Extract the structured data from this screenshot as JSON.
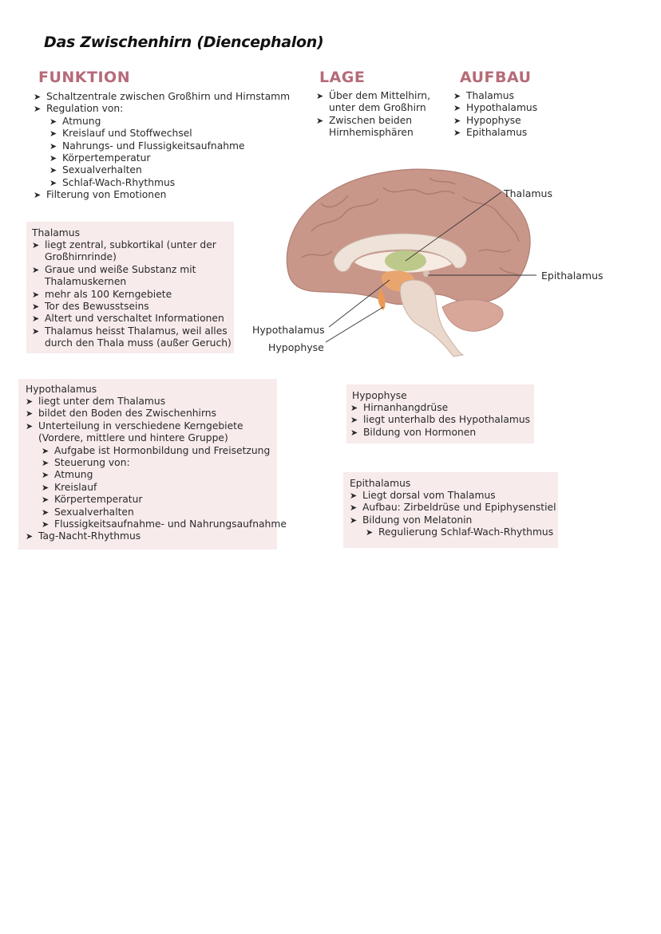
{
  "title": "Das Zwischenhirn (Diencephalon)",
  "funktion": {
    "heading": "FUNKTION",
    "items": [
      {
        "level": 1,
        "text": "Schaltzentrale zwischen Großhirn und Hirnstamm"
      },
      {
        "level": 1,
        "text": "Regulation von:"
      },
      {
        "level": 2,
        "text": "Atmung"
      },
      {
        "level": 2,
        "text": "Kreislauf und Stoffwechsel"
      },
      {
        "level": 2,
        "text": "Nahrungs- und Flussigkeitsaufnahme"
      },
      {
        "level": 2,
        "text": "Körpertemperatur"
      },
      {
        "level": 2,
        "text": "Sexualverhalten"
      },
      {
        "level": 2,
        "text": "Schlaf-Wach-Rhythmus"
      },
      {
        "level": 1,
        "text": "Filterung von Emotionen"
      }
    ]
  },
  "lage": {
    "heading": "LAGE",
    "items": [
      {
        "level": 1,
        "text": "Über dem Mittelhirn,"
      },
      {
        "level": 0,
        "text": "unter dem Großhirn"
      },
      {
        "level": 1,
        "text": "Zwischen beiden"
      },
      {
        "level": 0,
        "text": "Hirnhemisphären"
      }
    ]
  },
  "aufbau": {
    "heading": "AUFBAU",
    "items": [
      {
        "level": 1,
        "text": "Thalamus"
      },
      {
        "level": 1,
        "text": "Hypothalamus"
      },
      {
        "level": 1,
        "text": "Hypophyse"
      },
      {
        "level": 1,
        "text": "Epithalamus"
      }
    ]
  },
  "diagram": {
    "labels": {
      "thalamus": "Thalamus",
      "epithalamus": "Epithalamus",
      "hypothalamus": "Hypothalamus",
      "hypophyse": "Hypophyse"
    },
    "colors": {
      "cortex": "#c9968a",
      "thalamus": "#bcc98a",
      "hypothalamus": "#e9a56e"
    }
  },
  "thalamus_box": {
    "title": "Thalamus",
    "items": [
      {
        "level": 1,
        "text": "liegt zentral, subkortikal (unter der"
      },
      {
        "level": 0,
        "text": "Großhirnrinde)"
      },
      {
        "level": 1,
        "text": "Graue und weiße Substanz mit"
      },
      {
        "level": 0,
        "text": "Thalamuskernen"
      },
      {
        "level": 1,
        "text": "mehr als 100 Kerngebiete"
      },
      {
        "level": 1,
        "text": "Tor des Bewusstseins"
      },
      {
        "level": 1,
        "text": "Altert und verschaltet Informationen"
      },
      {
        "level": 1,
        "text": "Thalamus heisst Thalamus, weil alles"
      },
      {
        "level": 0,
        "text": "durch den Thala muss (außer Geruch)"
      }
    ]
  },
  "hypothalamus_box": {
    "title": "Hypothalamus",
    "items": [
      {
        "level": 1,
        "text": "liegt unter dem Thalamus"
      },
      {
        "level": 1,
        "text": "bildet den Boden des Zwischenhirns"
      },
      {
        "level": 1,
        "text": "Unterteilung in verschiedene Kerngebiete"
      },
      {
        "level": 0,
        "text": "(Vordere, mittlere und hintere Gruppe)"
      },
      {
        "level": 2,
        "text": "Aufgabe ist Hormonbildung und Freisetzung"
      },
      {
        "level": 2,
        "text": "Steuerung von:"
      },
      {
        "level": 2,
        "text": "Atmung"
      },
      {
        "level": 2,
        "text": "Kreislauf"
      },
      {
        "level": 2,
        "text": "Körpertemperatur"
      },
      {
        "level": 2,
        "text": "Sexualverhalten"
      },
      {
        "level": 2,
        "text": "Flussigkeitsaufnahme- und Nahrungsaufnahme"
      },
      {
        "level": 1,
        "text": "Tag-Nacht-Rhythmus"
      }
    ]
  },
  "hypophyse_box": {
    "title": "Hypophyse",
    "items": [
      {
        "level": 1,
        "text": "Hirnanhangdrüse"
      },
      {
        "level": 1,
        "text": "liegt unterhalb des Hypothalamus"
      },
      {
        "level": 1,
        "text": "Bildung von Hormonen"
      }
    ]
  },
  "epithalamus_box": {
    "title": "Epithalamus",
    "items": [
      {
        "level": 1,
        "text": "Liegt dorsal vom Thalamus"
      },
      {
        "level": 1,
        "text": "Aufbau: Zirbeldrüse und Epiphysenstiel"
      },
      {
        "level": 1,
        "text": "Bildung von Melatonin"
      },
      {
        "level": 2,
        "text": "Regulierung Schlaf-Wach-Rhythmus"
      }
    ]
  },
  "bullet_glyph": "➤"
}
